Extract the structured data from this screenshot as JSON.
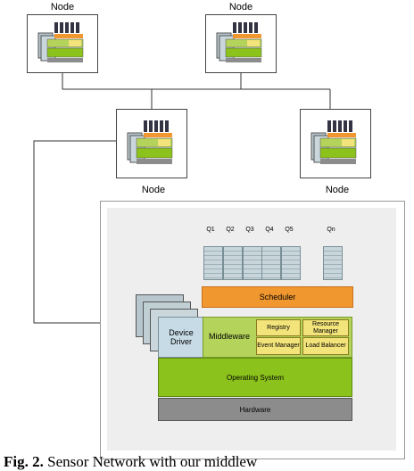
{
  "nodes": [
    {
      "label": "Node"
    },
    {
      "label": "Node"
    },
    {
      "label": "Node"
    },
    {
      "label": "Node"
    }
  ],
  "queues": [
    "Q1",
    "Q2",
    "Q3",
    "Q4",
    "Q5",
    "Qn"
  ],
  "stack": {
    "scheduler": "Scheduler",
    "device_driver": "Device Driver",
    "middleware": "Middleware",
    "registry": "Registry",
    "event_manager": "Event Manager",
    "resource_manager": "Resource Manager",
    "load_balancer": "Load Balancer",
    "operating_system": "Operating System",
    "hardware": "Hardware"
  },
  "caption": {
    "prefix": "Fig. 2.",
    "text": "Sensor Network with our middlew"
  },
  "colors": {
    "scheduler": "#f0972f",
    "middleware": "#b4d35a",
    "operating_system": "#8cc21c",
    "hardware": "#8c8c8c",
    "device_driver": "#c6dbe5",
    "submodule": "#f2e37a"
  }
}
